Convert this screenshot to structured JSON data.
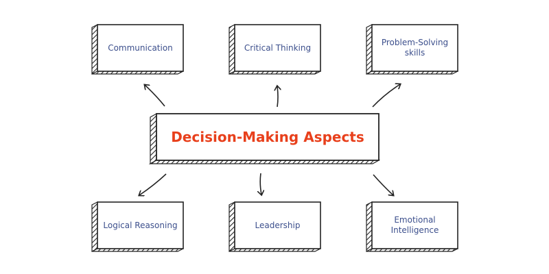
{
  "diagram": {
    "center": {
      "label": "Decision-Making Aspects"
    },
    "nodes": [
      {
        "label": "Communication"
      },
      {
        "label": "Critical Thinking"
      },
      {
        "label": "Problem-Solving\nskills"
      },
      {
        "label": "Logical Reasoning"
      },
      {
        "label": "Leadership"
      },
      {
        "label": "Emotional\nIntelligence"
      }
    ]
  },
  "colors": {
    "center_text": "#e8401c",
    "node_text": "#3c4f8c",
    "ink": "#222222"
  }
}
